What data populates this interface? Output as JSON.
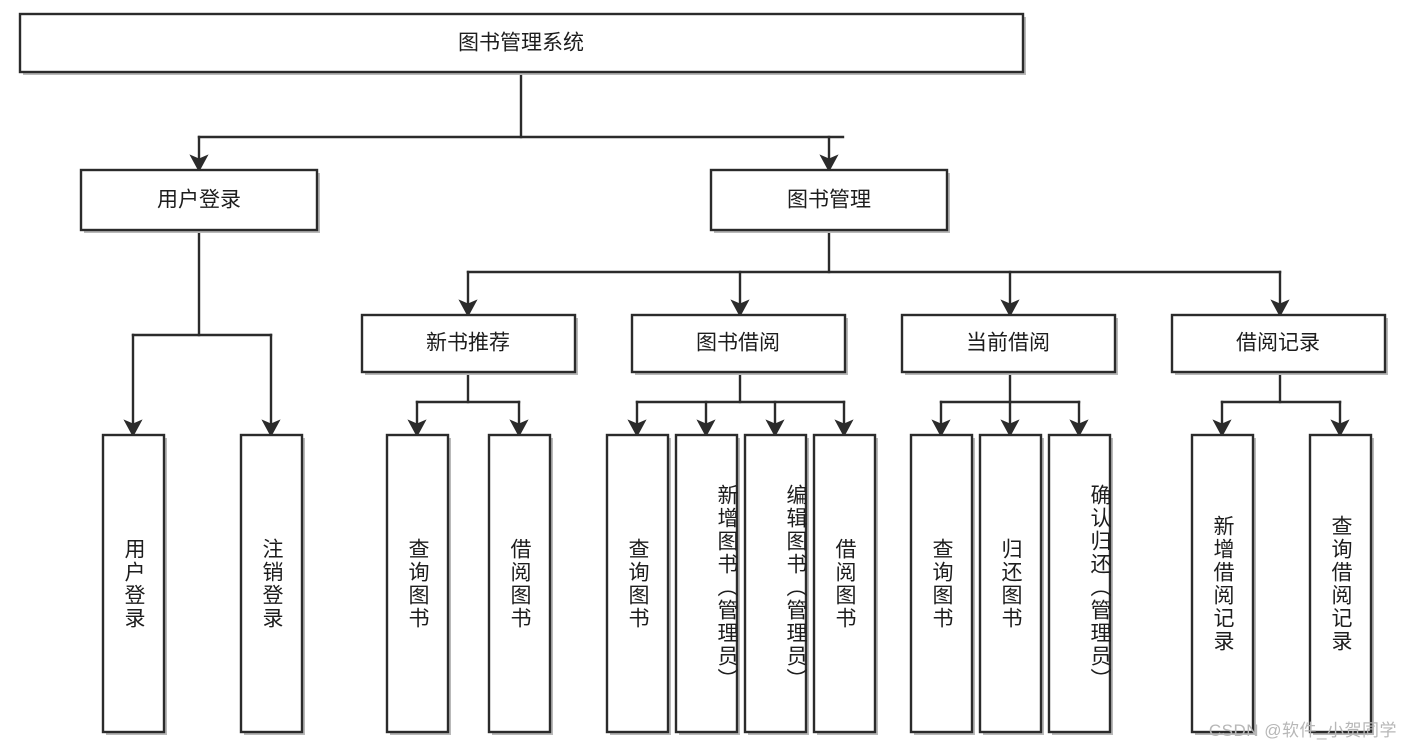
{
  "diagram": {
    "title": "图书管理系统",
    "type": "tree-hierarchy",
    "root": {
      "label": "图书管理系统"
    },
    "level2": [
      {
        "label": "用户登录"
      },
      {
        "label": "图书管理"
      }
    ],
    "level3": [
      {
        "label": "新书推荐"
      },
      {
        "label": "图书借阅"
      },
      {
        "label": "当前借阅"
      },
      {
        "label": "借阅记录"
      }
    ],
    "leaves": [
      {
        "label": "用户登录",
        "parent": "用户登录"
      },
      {
        "label": "注销登录",
        "parent": "用户登录"
      },
      {
        "label": "查询图书",
        "parent": "新书推荐"
      },
      {
        "label": "借阅图书",
        "parent": "新书推荐"
      },
      {
        "label": "查询图书",
        "parent": "图书借阅"
      },
      {
        "label": "新增图书（管理员）",
        "parent": "图书借阅"
      },
      {
        "label": "编辑图书（管理员）",
        "parent": "图书借阅"
      },
      {
        "label": "借阅图书",
        "parent": "图书借阅"
      },
      {
        "label": "查询图书",
        "parent": "当前借阅"
      },
      {
        "label": "归还图书",
        "parent": "当前借阅"
      },
      {
        "label": "确认归还（管理员）",
        "parent": "当前借阅"
      },
      {
        "label": "新增借阅记录",
        "parent": "借阅记录"
      },
      {
        "label": "查询借阅记录",
        "parent": "借阅记录"
      }
    ]
  },
  "watermark": {
    "text": "CSDN @软件_小贺同学"
  },
  "colors": {
    "box_stroke": "#2b2b2b",
    "box_fill": "#ffffff",
    "text": "#1d1d1d",
    "watermark": "#b7b7b7",
    "background": "#ffffff"
  }
}
